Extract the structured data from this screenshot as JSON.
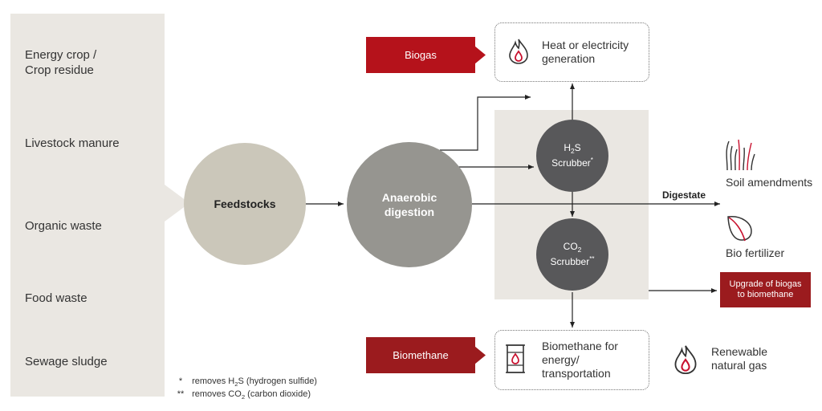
{
  "sources": [
    "Energy crop /\nCrop residue",
    "Livestock manure",
    "Organic waste",
    "Food waste",
    "Sewage sludge"
  ],
  "feedstocks": "Feedstocks",
  "digestion": "Anaerobic\ndigestion",
  "h2s": {
    "pre": "H",
    "sub": "2",
    "post": "S",
    "line2": "Scrubber",
    "mark": "*"
  },
  "co2": {
    "pre": "CO",
    "sub": "2",
    "line2": "Scrubber",
    "mark": "**"
  },
  "biogas_tag": "Biogas",
  "heat_box": "Heat or electricity\ngeneration",
  "digestate": "Digestate",
  "soil": "Soil amendments",
  "fertilizer": "Bio fertilizer",
  "upgrade_tag": "Upgrade of biogas\nto biomethane",
  "biomethane_tag": "Biomethane",
  "biomethane_box": "Biomethane for\nenergy/\ntransportation",
  "renewable": "Renewable\nnatural gas",
  "footnotes": {
    "h2s": {
      "mark": "*",
      "pre": "removes H",
      "sub": "2",
      "post": "S (hydrogen sulfide)"
    },
    "co2": {
      "mark": "**",
      "pre": "removes CO",
      "sub": "2",
      "post": " (carbon dioxide)"
    }
  },
  "colors": {
    "red": "#b5121b",
    "dark_red": "#9b1b1e",
    "circle_light": "#cbc7ba",
    "circle_mid": "#969590",
    "circle_dark": "#58585a",
    "panel": "#eae7e2"
  }
}
